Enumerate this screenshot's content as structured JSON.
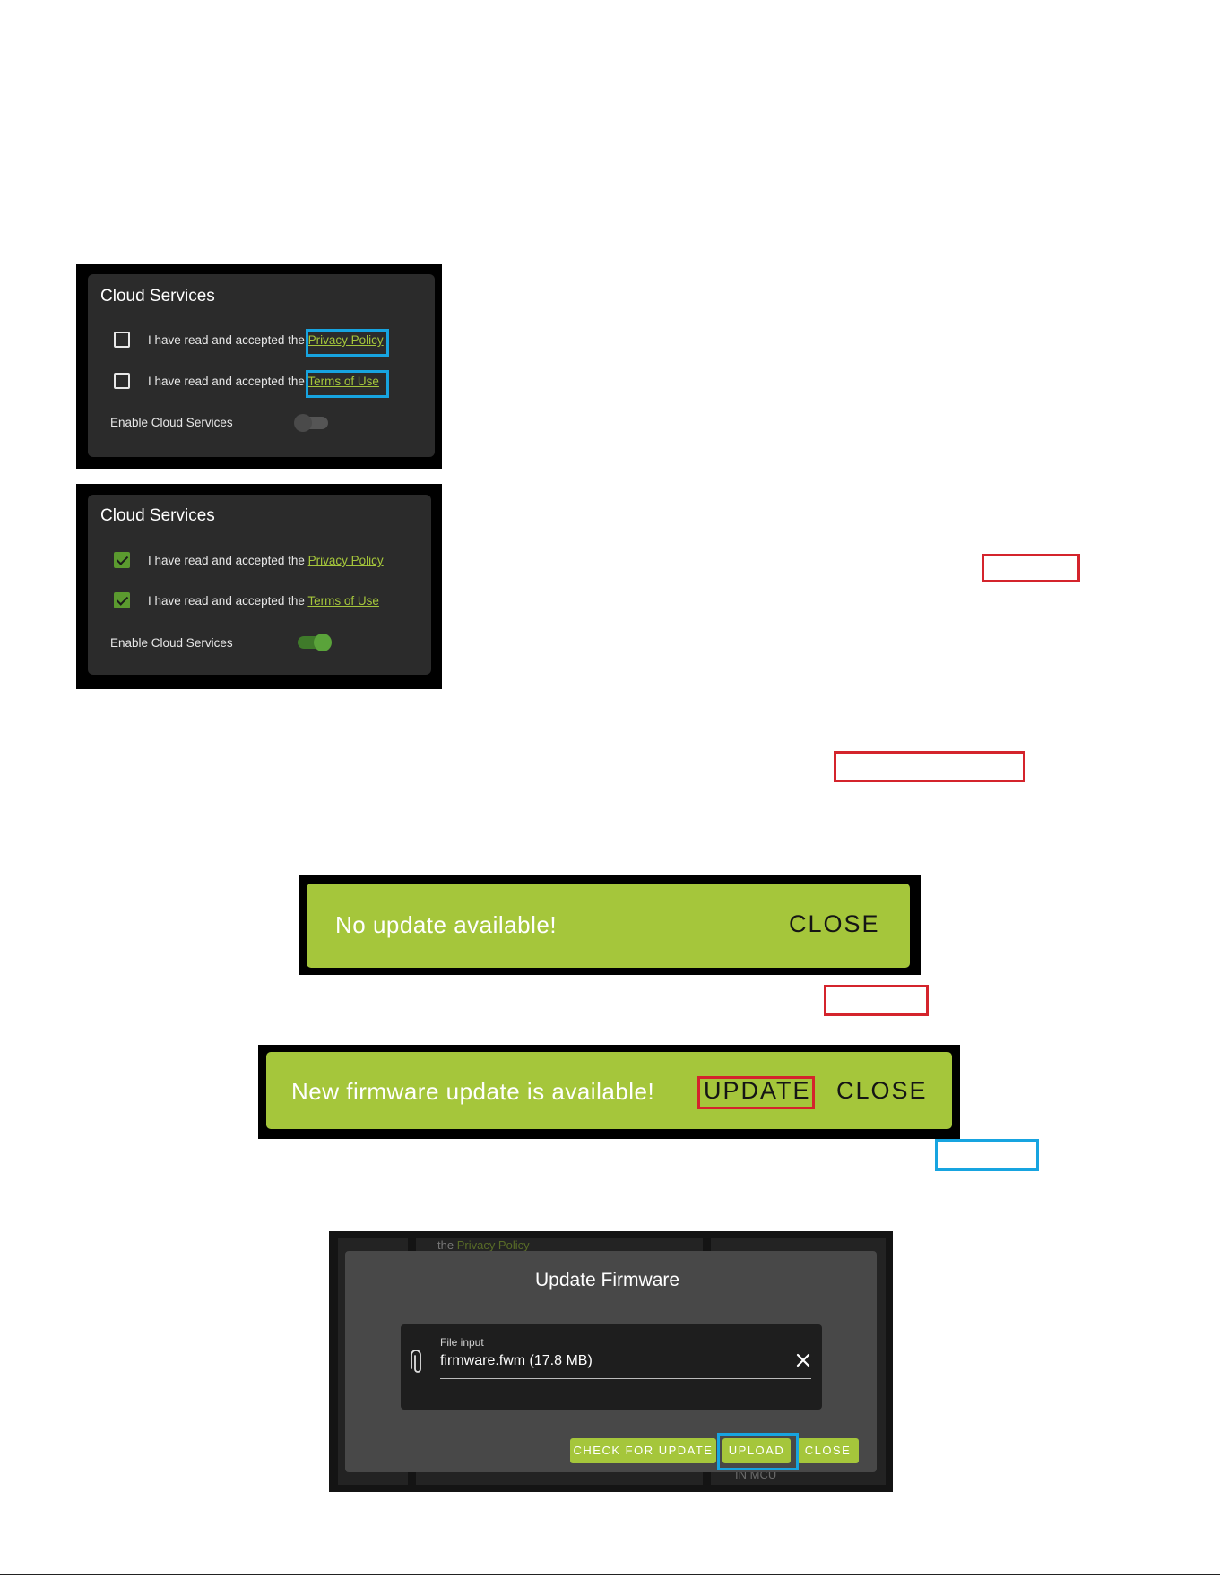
{
  "cloud_panel_before": {
    "title": "Cloud Services",
    "row1_prefix": "I have read and accepted the",
    "row1_link": "Privacy Policy",
    "row2_prefix": "I have read and accepted the",
    "row2_link": "Terms of Use",
    "toggle_label": "Enable Cloud Services",
    "row1_checked": false,
    "row2_checked": false,
    "toggle_on": false
  },
  "cloud_panel_after": {
    "title": "Cloud Services",
    "row1_prefix": "I have read and accepted the",
    "row1_link": "Privacy Policy",
    "row2_prefix": "I have read and accepted the",
    "row2_link": "Terms of Use",
    "toggle_label": "Enable Cloud Services",
    "row1_checked": true,
    "row2_checked": true,
    "toggle_on": true
  },
  "snack_no_update": {
    "message": "No update available!",
    "close_label": "CLOSE"
  },
  "snack_new_update": {
    "message": "New firmware update is available!",
    "update_label": "UPDATE",
    "close_label": "CLOSE"
  },
  "firmware_dialog": {
    "title": "Update Firmware",
    "field_label": "File input",
    "file_value": "firmware.fwm (17.8 MB)",
    "check_label": "CHECK FOR UPDATE",
    "upload_label": "UPLOAD",
    "close_label": "CLOSE",
    "background_text_prefix": "the",
    "background_text_link": "Privacy Policy",
    "background_text_bottom": "IN MCU"
  },
  "colors": {
    "accent_green": "#a5c63b",
    "check_green": "#5b9a2f",
    "highlight_blue": "#17a4e0",
    "highlight_red": "#d4242c"
  }
}
